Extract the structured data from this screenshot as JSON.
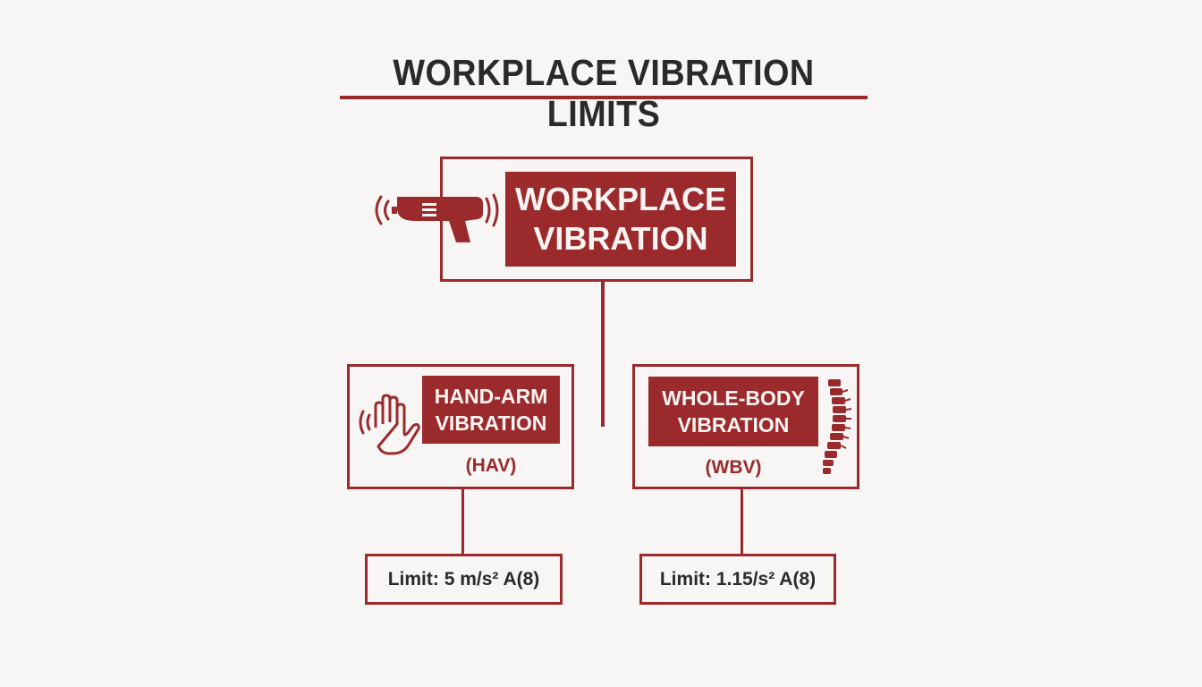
{
  "title": "WORKPLACE VIBRATION LIMITS",
  "colors": {
    "accent": "#9b2a2c",
    "text": "#2a2a2a",
    "background": "#f7f6f5"
  },
  "root": {
    "line1": "WORKPLACE",
    "line2": "VIBRATION",
    "icon": "vibrating-drill-icon"
  },
  "hav": {
    "line1": "HAND-ARM",
    "line2": "VIBRATION",
    "abbr": "(HAV)",
    "icon": "vibrating-hand-icon",
    "limit": "Limit: 5 m/s² A(8)"
  },
  "wbv": {
    "line1": "WHOLE-BODY",
    "line2": "VIBRATION",
    "abbr": "(WBV)",
    "icon": "spine-icon",
    "limit": "Limit: 1.15/s² A(8)"
  }
}
